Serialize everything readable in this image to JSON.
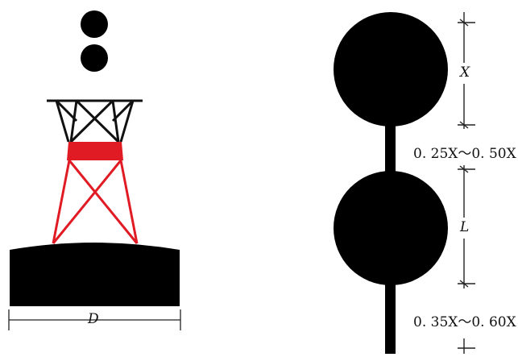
{
  "buoy": {
    "width_label": "D",
    "colors": {
      "body": "#000000",
      "red_band": "#e01b24",
      "frame_top": "#111111"
    }
  },
  "topmark": {
    "diameter_label": "X",
    "gap_label": "0. 25X～0. 50X",
    "sphere_label": "L",
    "lower_gap_label": "0. 35X～0. 60X"
  }
}
